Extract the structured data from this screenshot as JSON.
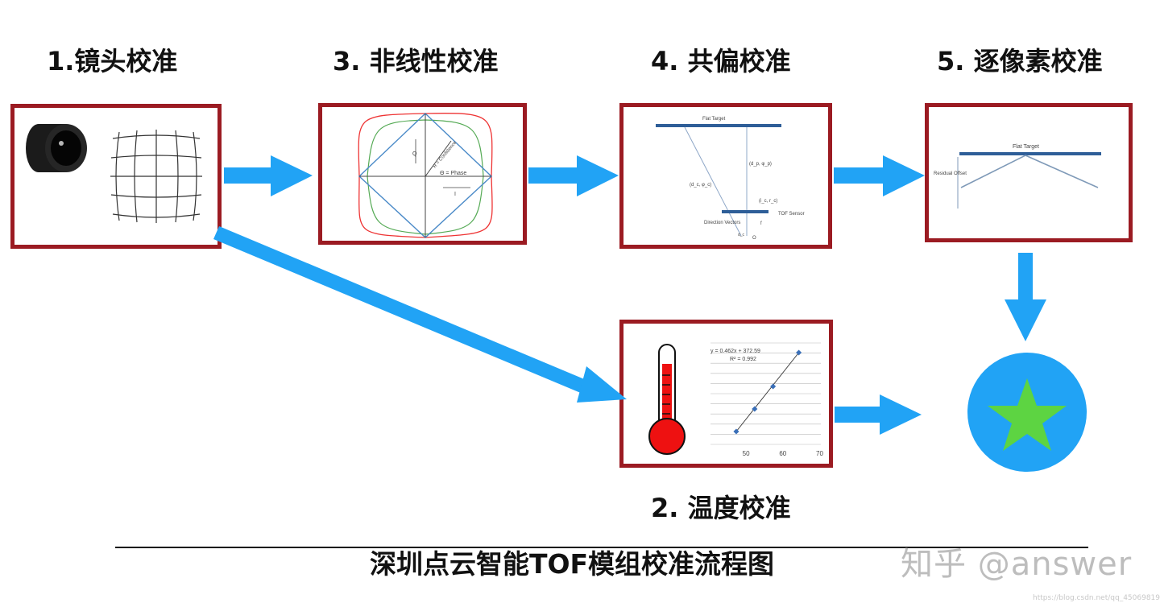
{
  "steps": {
    "lens": {
      "title": "1.镜头校准"
    },
    "nonlinear": {
      "title": "3. 非线性校准",
      "labels": {
        "q": "Q",
        "confidence": "R = Confidence",
        "phase": "Θ = Phase",
        "i": "I"
      }
    },
    "coaxial": {
      "title": "4. 共偏校准",
      "labels": {
        "target": "Flat Target",
        "dp": "(d_p, φ_p)",
        "dc": "(d_c, φ_c)",
        "ic": "(i_c, r_c)",
        "sensor": "TOF Sensor",
        "direction": "Direction Vectors",
        "f": "f",
        "o": "O",
        "dc2": "d_c"
      }
    },
    "pixel": {
      "title": "5. 逐像素校准",
      "labels": {
        "target": "Flat Target",
        "residual": "Residual Offset"
      }
    },
    "temperature": {
      "title": "2. 温度校准",
      "equation": "y = 0.462x + 372.59",
      "r2": "R² = 0.992",
      "x_ticks": [
        "50",
        "60",
        "70"
      ]
    }
  },
  "result": {
    "icon": "star-icon",
    "circle_color": "#21a3f5",
    "star_color": "#5dd442"
  },
  "footer": {
    "caption": "深圳点云智能TOF模组校准流程图"
  },
  "watermark": {
    "text": "知乎 @answer",
    "url": "https://blog.csdn.net/qq_45069819"
  },
  "colors": {
    "arrow": "#21a3f5",
    "box_border": "#9b1b22"
  },
  "chart_data": {
    "type": "scatter",
    "x": [
      47,
      52,
      57,
      64
    ],
    "y": [
      0,
      2,
      4,
      7
    ],
    "xlim": [
      40,
      70
    ],
    "trendline": true
  }
}
